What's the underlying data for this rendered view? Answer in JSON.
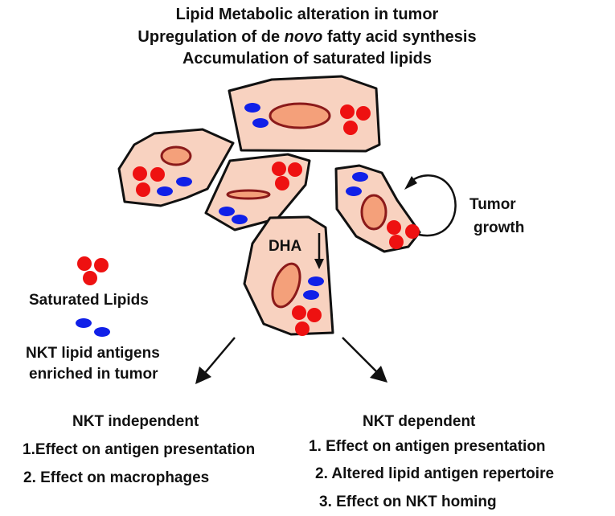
{
  "title": {
    "line1": "Lipid Metabolic alteration in tumor",
    "line2_prefix": "Upregulation of de ",
    "line2_italic": "novo",
    "line2_suffix": " fatty acid synthesis",
    "line3": "Accumulation of saturated lipids"
  },
  "cells": {
    "dha_label": "DHA",
    "growth_label_1": "Tumor",
    "growth_label_2": "growth"
  },
  "legend": {
    "saturated": "Saturated Lipids",
    "nkt_line1": "NKT lipid antigens",
    "nkt_line2": "enriched in tumor"
  },
  "outcomes": {
    "independent": {
      "heading": "NKT independent",
      "items": [
        "1.Effect on antigen presentation",
        "2. Effect on macrophages"
      ]
    },
    "dependent": {
      "heading": "NKT dependent",
      "items": [
        "1. Effect on antigen presentation",
        "2. Altered lipid antigen repertoire",
        "3. Effect on NKT homing"
      ]
    }
  },
  "colors": {
    "saturated_lipid": "#ee1111",
    "nkt_antigen": "#1020e8",
    "cytoplasm": "#f8d2c0",
    "nucleus": "#f4a07a"
  }
}
